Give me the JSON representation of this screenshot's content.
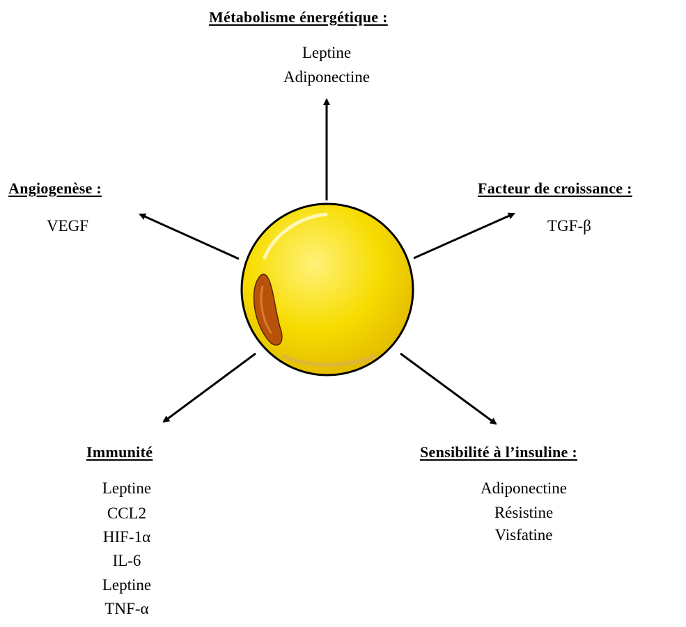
{
  "metabolism": {
    "heading": "Métabolisme énergétique :",
    "items": [
      "Leptine",
      "Adiponectine"
    ]
  },
  "angiogenesis": {
    "heading": "Angiogenèse :",
    "items": [
      "VEGF"
    ]
  },
  "growth_factor": {
    "heading": "Facteur de croissance :",
    "items": [
      "TGF-β"
    ]
  },
  "immunity": {
    "heading": "Immunité",
    "items": [
      "Leptine",
      "CCL2",
      "HIF-1α",
      "IL-6",
      "Leptine",
      "TNF-α"
    ]
  },
  "insulin": {
    "heading": "Sensibilité à l’insuline :",
    "items": [
      "Adiponectine",
      "Résistine",
      "Visfatine"
    ]
  },
  "colors": {
    "cell_fill": "#f5d800",
    "cell_stroke": "#000000",
    "nucleus": "#b8520a",
    "arrow": "#000000"
  }
}
